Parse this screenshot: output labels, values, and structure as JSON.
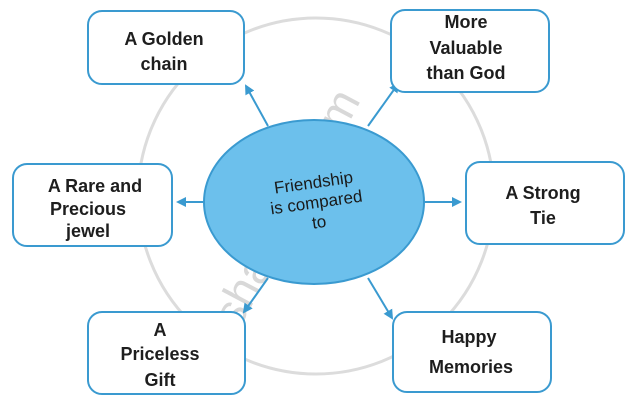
{
  "colors": {
    "node_border": "#3a9ad0",
    "center_fill": "#6cc0ec",
    "center_stroke": "#3a9ad0",
    "arrow": "#3a9ad0",
    "text": "#1e1e1e",
    "watermark": "#d8d8d8"
  },
  "center": {
    "lines": [
      "Friendship",
      "is compared",
      "to"
    ]
  },
  "nodes": [
    {
      "id": "golden-chain",
      "lines": [
        "A Golden",
        "chain"
      ]
    },
    {
      "id": "more-valuable",
      "lines": [
        "More",
        "Valuable",
        "than God"
      ]
    },
    {
      "id": "rare-jewel",
      "lines": [
        "A Rare and",
        "Precious",
        "jewel"
      ]
    },
    {
      "id": "strong-tie",
      "lines": [
        "A Strong",
        "Tie"
      ]
    },
    {
      "id": "priceless-gift",
      "lines": [
        "A",
        "Priceless",
        "Gift"
      ]
    },
    {
      "id": "happy-memories",
      "lines": [
        "Happy",
        "Memories"
      ]
    }
  ],
  "watermark": "shaalaa.com"
}
